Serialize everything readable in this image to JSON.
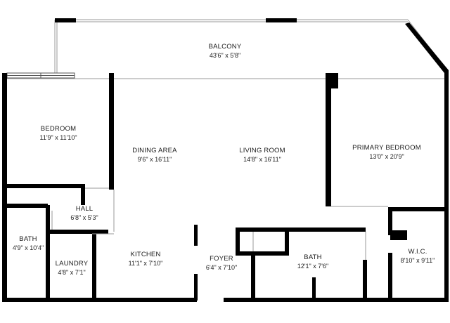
{
  "rooms": {
    "balcony": {
      "name": "BALCONY",
      "dims": "43'6\" x 5'8\""
    },
    "bedroom": {
      "name": "BEDROOM",
      "dims": "11'9\" x 11'10\""
    },
    "dining": {
      "name": "DINING AREA",
      "dims": "9'6\" x 16'11\""
    },
    "living": {
      "name": "LIVING ROOM",
      "dims": "14'8\" x 16'11\""
    },
    "primary_bedroom": {
      "name": "PRIMARY BEDROOM",
      "dims": "13'0\" x 20'9\""
    },
    "hall": {
      "name": "HALL",
      "dims": "6'8\" x 5'3\""
    },
    "bath_left": {
      "name": "BATH",
      "dims": "4'9\" x 10'4\""
    },
    "laundry": {
      "name": "LAUNDRY",
      "dims": "4'8\" x 7'1\""
    },
    "kitchen": {
      "name": "KITCHEN",
      "dims": "11'1\" x 7'10\""
    },
    "foyer": {
      "name": "FOYER",
      "dims": "6'4\" x 7'10\""
    },
    "bath_center": {
      "name": "BATH",
      "dims": "12'1\" x 7'6\""
    },
    "wic": {
      "name": "W.I.C.",
      "dims": "8'10\" x 9'11\""
    }
  },
  "colors": {
    "wall": "#000000",
    "thin": "#9a9a9a",
    "background": "#ffffff"
  }
}
